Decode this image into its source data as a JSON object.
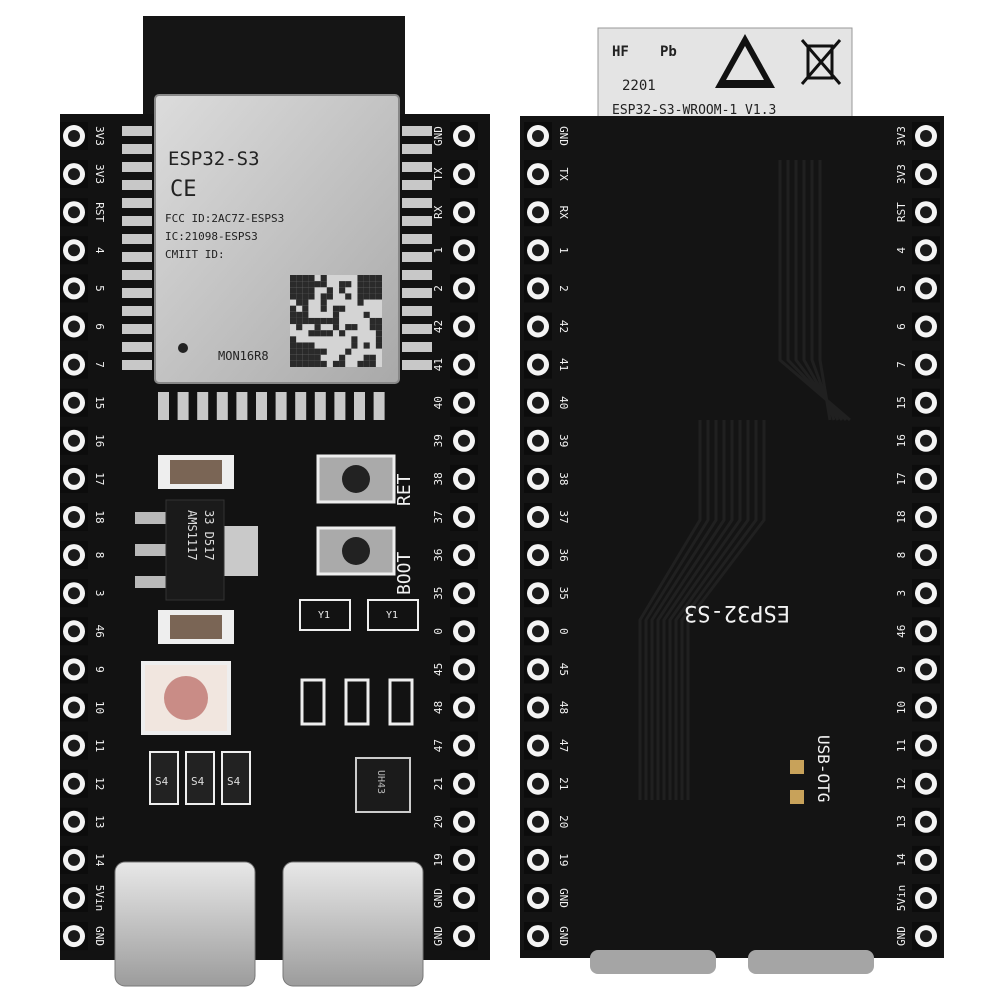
{
  "front": {
    "module": {
      "name": "ESP32-S3",
      "ce": "CE",
      "fcc": "FCC ID:2AC7Z-ESPS3",
      "ic": "IC:21098-ESPS3",
      "cmiit": "CMIIT ID:",
      "variant": "MON16R8"
    },
    "left_pins": [
      "3V3",
      "3V3",
      "RST",
      "4",
      "5",
      "6",
      "7",
      "15",
      "16",
      "17",
      "18",
      "8",
      "3",
      "46",
      "9",
      "10",
      "11",
      "12",
      "13",
      "14",
      "5Vin",
      "GND"
    ],
    "right_pins": [
      "GND",
      "TX",
      "RX",
      "1",
      "2",
      "42",
      "41",
      "40",
      "39",
      "38",
      "37",
      "36",
      "35",
      "0",
      "45",
      "48",
      "47",
      "21",
      "20",
      "19",
      "GND",
      "GND"
    ],
    "regulator": {
      "line1": "AMS1117",
      "line2": "33 D517"
    },
    "button_labels": {
      "boot": "BOOT",
      "reset": "RET"
    },
    "diode_label": "S4",
    "crystal_label": "Y1",
    "ic_label": "UH43"
  },
  "back": {
    "shield_labels": {
      "hf": "HF",
      "pb": "Pb",
      "date": "2201",
      "module": "ESP32-S3-WROOM-1 V1.3"
    },
    "left_pins": [
      "GND",
      "TX",
      "RX",
      "1",
      "2",
      "42",
      "41",
      "40",
      "39",
      "38",
      "37",
      "36",
      "35",
      "0",
      "45",
      "48",
      "47",
      "21",
      "20",
      "19",
      "GND",
      "GND"
    ],
    "right_pins": [
      "3V3",
      "3V3",
      "RST",
      "4",
      "5",
      "6",
      "7",
      "15",
      "16",
      "17",
      "18",
      "8",
      "3",
      "46",
      "9",
      "10",
      "11",
      "12",
      "13",
      "14",
      "5Vin",
      "GND"
    ],
    "silk_center": "ESP32-S3",
    "silk_usb": "USB-OTG"
  },
  "colors": {
    "pcb": "#111111",
    "silk": "#f2f2f2",
    "gold": "#c8a25a",
    "module": "#c9c9c9"
  }
}
